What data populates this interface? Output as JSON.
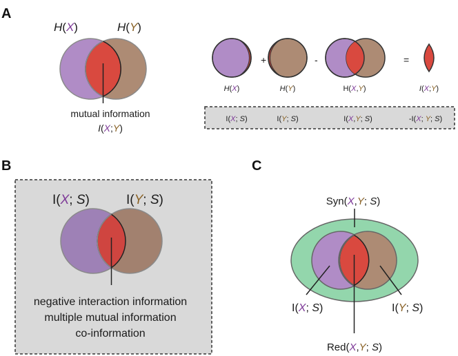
{
  "colors": {
    "circle_x": "#b08cc6",
    "circle_y": "#ad8b74",
    "overlap": "#d9493f",
    "outer_ellipse": "#93d6ac",
    "box_fill": "#d9d9d9",
    "text_x": "#7e3a98",
    "text_y": "#8a6226"
  },
  "panel_a": {
    "letter": "A",
    "hx_label": "H(X)",
    "hy_label": "H(Y)",
    "caption_line1": "mutual information",
    "caption_line2": "I(X;Y)",
    "eq_plus": "+",
    "eq_minus": "-",
    "eq_equals": "=",
    "eq_labels": [
      "H(X)",
      "H(Y)",
      "H(X,Y)",
      "I(X;Y)"
    ],
    "box_terms": [
      "I(X; S)",
      "I(Y; S)",
      "I(X,Y; S)",
      "-I(X; Y; S)"
    ]
  },
  "panel_b": {
    "letter": "B",
    "ixs_label": "I(X; S)",
    "iys_label": "I(Y; S)",
    "caption_lines": [
      "negative interaction information",
      "multiple mutual information",
      "co-information"
    ]
  },
  "panel_c": {
    "letter": "C",
    "syn_label": "Syn(X,Y; S)",
    "ixs_label": "I(X; S)",
    "iys_label": "I(Y; S)",
    "red_label": "Red(X,Y; S)"
  }
}
